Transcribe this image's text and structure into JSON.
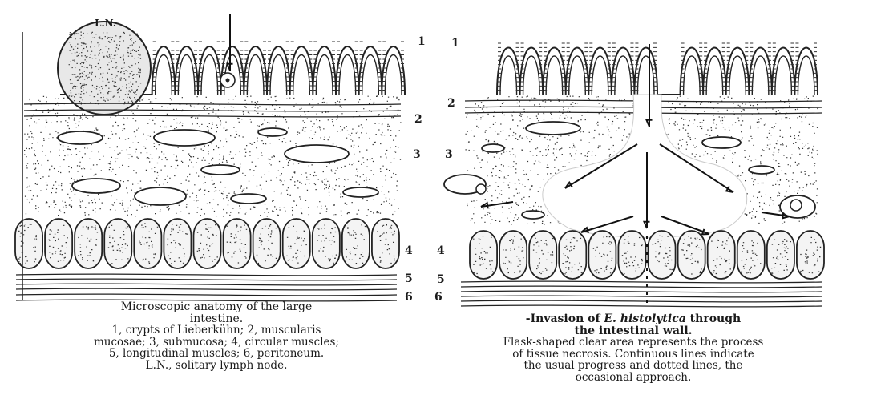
{
  "left_figure": {
    "label_ln": "L.N.",
    "layer_numbers": [
      "1",
      "2",
      "3",
      "4",
      "5",
      "6"
    ],
    "caption": {
      "title": "Microscopic anatomy of the large intestine.",
      "lines": [
        "1, crypts of Lieberkühn; 2, muscularis",
        "mucosae; 3, submucosa; 4, circular muscles;",
        "5, longitudinal muscles; 6, peritoneum.",
        "L.N., solitary lymph node."
      ]
    }
  },
  "right_figure": {
    "layer_numbers": [
      "1",
      "2",
      "3",
      "4",
      "5",
      "6"
    ],
    "caption": {
      "title_prefix": "-Invasion of ",
      "title_italic": "E. histolytica",
      "title_suffix": " through",
      "title_line2": "the intestinal wall.",
      "lines": [
        "Flask-shaped clear area represents the process",
        "of tissue necrosis. Continuous lines indicate",
        "the usual progress and dotted lines, the",
        "occasional approach."
      ]
    }
  }
}
